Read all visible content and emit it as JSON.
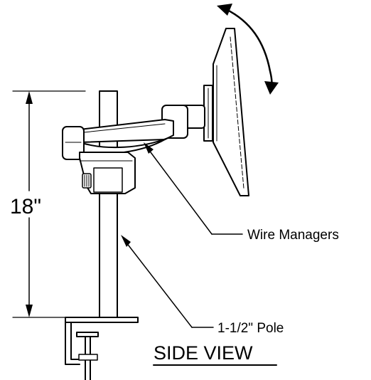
{
  "labels": {
    "height_dimension": "18\"",
    "wire_managers": "Wire Managers",
    "pole": "1-1/2\" Pole",
    "view_title": "SIDE VIEW"
  },
  "colors": {
    "line": "#000000",
    "background": "#ffffff"
  }
}
